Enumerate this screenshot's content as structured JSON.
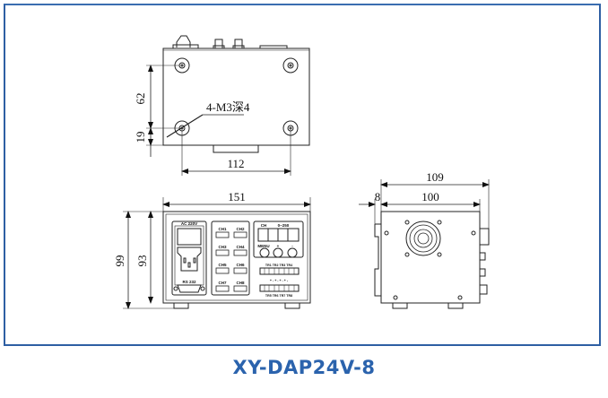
{
  "title": "XY-DAP24V-8",
  "colors": {
    "frame": "#2e5fa3",
    "caption": "#2b63ad",
    "line": "#222222"
  },
  "top_view": {
    "dimensions": {
      "hole_spacing_vertical": "62",
      "hole_offset_bottom": "19",
      "hole_spacing_horizontal": "112"
    },
    "hole_callout": "4-M3深4"
  },
  "front_view": {
    "dimensions": {
      "width": "151",
      "height_total": "99",
      "height_body": "93"
    },
    "power_label": "AC 220V",
    "serial_label": "RS 232",
    "channels": [
      "CH1",
      "CH2",
      "CH3",
      "CH4",
      "CH5",
      "CH6",
      "CH7",
      "CH8"
    ],
    "display_label_ch": "CH",
    "display_label_range": "0~250",
    "buttons": [
      "MENU",
      "+",
      "-"
    ],
    "trigger_top": "TR1 TR2 TR3 TR4",
    "trigger_bottom": "TR5 TR6 TR7 TR8",
    "polarity": "+ - + - + - + -"
  },
  "side_view": {
    "dimensions": {
      "depth_total": "109",
      "depth_body": "100",
      "front_offset": "8"
    }
  }
}
